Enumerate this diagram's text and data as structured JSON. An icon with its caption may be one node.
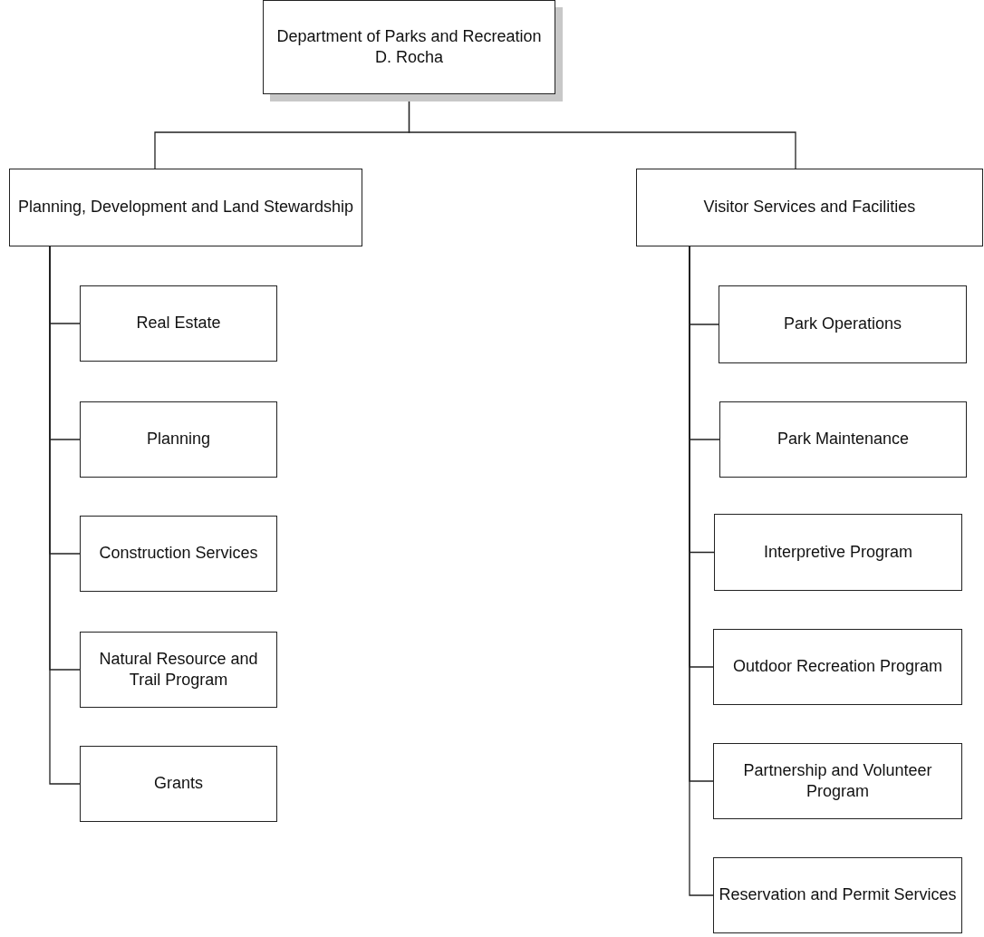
{
  "diagram": {
    "nodes": [
      {
        "text": [
          "Department of Parks and Recreation",
          "D. Rocha"
        ]
      },
      {
        "text": [
          "Planning, Development and Land Stewardship"
        ]
      },
      {
        "text": [
          "Visitor Services and Facilities"
        ]
      },
      {
        "text": [
          "Real Estate"
        ]
      },
      {
        "text": [
          "Planning"
        ]
      },
      {
        "text": [
          "Construction Services"
        ]
      },
      {
        "text": [
          "Natural Resource and Trail Program"
        ]
      },
      {
        "text": [
          "Grants"
        ]
      },
      {
        "text": [
          "Park Operations"
        ]
      },
      {
        "text": [
          "Park Maintenance"
        ]
      },
      {
        "text": [
          "Interpretive Program"
        ]
      },
      {
        "text": [
          "Outdoor Recreation Program"
        ]
      },
      {
        "text": [
          "Partnership and Volunteer Program"
        ]
      },
      {
        "text": [
          "Reservation and Permit Services"
        ]
      }
    ],
    "edges": [
      {
        "from": 0,
        "to": 1,
        "arrow": "none"
      },
      {
        "from": 0,
        "to": 2,
        "arrow": "none"
      },
      {
        "from": 1,
        "to": 3,
        "arrow": "none"
      },
      {
        "from": 1,
        "to": 4,
        "arrow": "none"
      },
      {
        "from": 1,
        "to": 5,
        "arrow": "none"
      },
      {
        "from": 1,
        "to": 6,
        "arrow": "none"
      },
      {
        "from": 1,
        "to": 7,
        "arrow": "none"
      },
      {
        "from": 2,
        "to": 8,
        "arrow": "none"
      },
      {
        "from": 2,
        "to": 9,
        "arrow": "none"
      },
      {
        "from": 2,
        "to": 10,
        "arrow": "none"
      },
      {
        "from": 2,
        "to": 11,
        "arrow": "none"
      },
      {
        "from": 2,
        "to": 12,
        "arrow": "none"
      },
      {
        "from": 2,
        "to": 13,
        "arrow": "none"
      }
    ]
  }
}
